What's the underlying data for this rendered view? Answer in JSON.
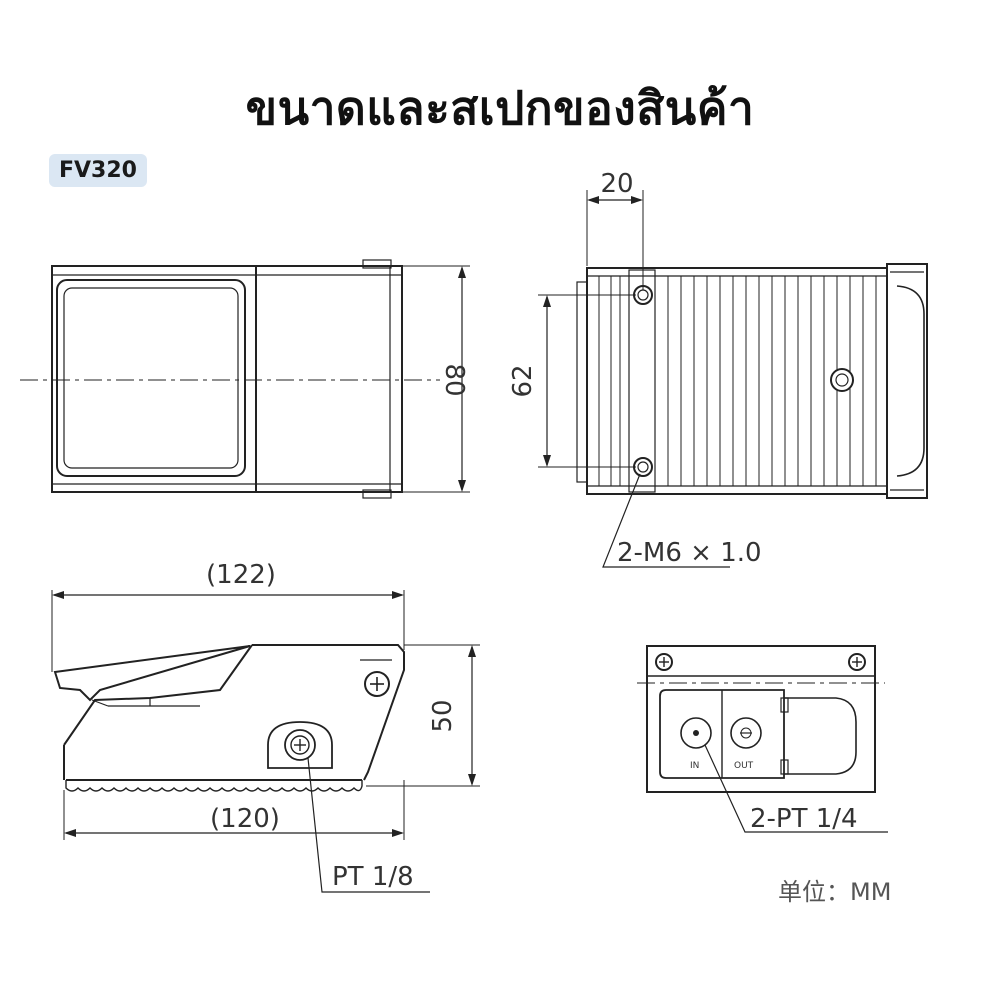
{
  "title": "ขนาดและสเปกของสินค้า",
  "model": "FV320",
  "dimensions": {
    "top_width": "20",
    "height_80": "80",
    "height_62": "62",
    "mount_thread": "2-M6 × 1.0",
    "length_122": "(122)",
    "length_120": "(120)",
    "height_50": "50",
    "pilot_port": "PT 1/8",
    "ports": "2-PT 1/4"
  },
  "port_labels": {
    "in": "IN",
    "out": "OUT"
  },
  "unit_label": "单位：MM",
  "colors": {
    "line": "#222222",
    "badge_bg": "#dbe7f3",
    "text": "#111111"
  }
}
